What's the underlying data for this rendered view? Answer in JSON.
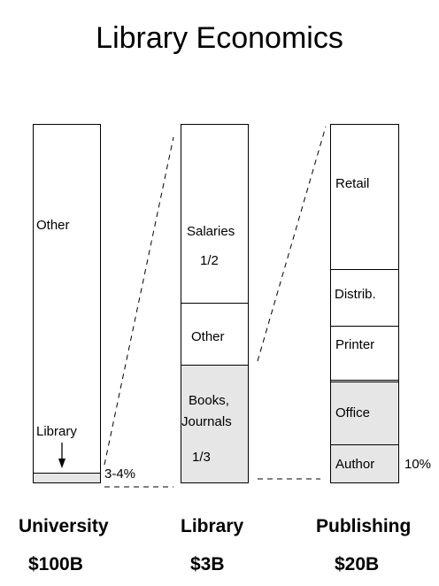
{
  "title": "Library Economics",
  "university": {
    "other": "Other",
    "library": "Library",
    "share": "3-4%",
    "name": "University",
    "amount": "$100B"
  },
  "library": {
    "salaries": "Salaries",
    "salaries_share": "1/2",
    "other": "Other",
    "books_line1": "Books,",
    "books_line2": "Journals",
    "books_share": "1/3",
    "name": "Library",
    "amount": "$3B"
  },
  "publishing": {
    "retail": "Retail",
    "distrib": "Distrib.",
    "printer": "Printer",
    "office": "Office",
    "author": "Author",
    "author_share": "10%",
    "name": "Publishing",
    "amount": "$20B"
  },
  "colors": {
    "shaded": "#e6e6e6",
    "line": "#000000"
  }
}
